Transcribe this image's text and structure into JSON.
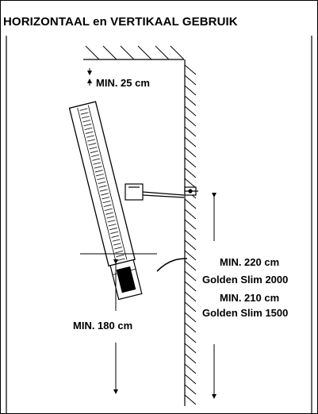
{
  "diagram": {
    "title": "HORIZONTAAL en VERTIKAAL GEBRUIK",
    "ceiling_clearance_label": "MIN. 25 cm",
    "floor_clearance_label": "MIN. 180 cm",
    "mount_height_2000_label": "MIN. 220 cm",
    "model_2000_label": "Golden Slim 2000",
    "mount_height_1500_label": "MIN. 210 cm",
    "model_1500_label": "Golden Slim 1500",
    "line_color": "#000000",
    "background_color": "#ffffff"
  }
}
